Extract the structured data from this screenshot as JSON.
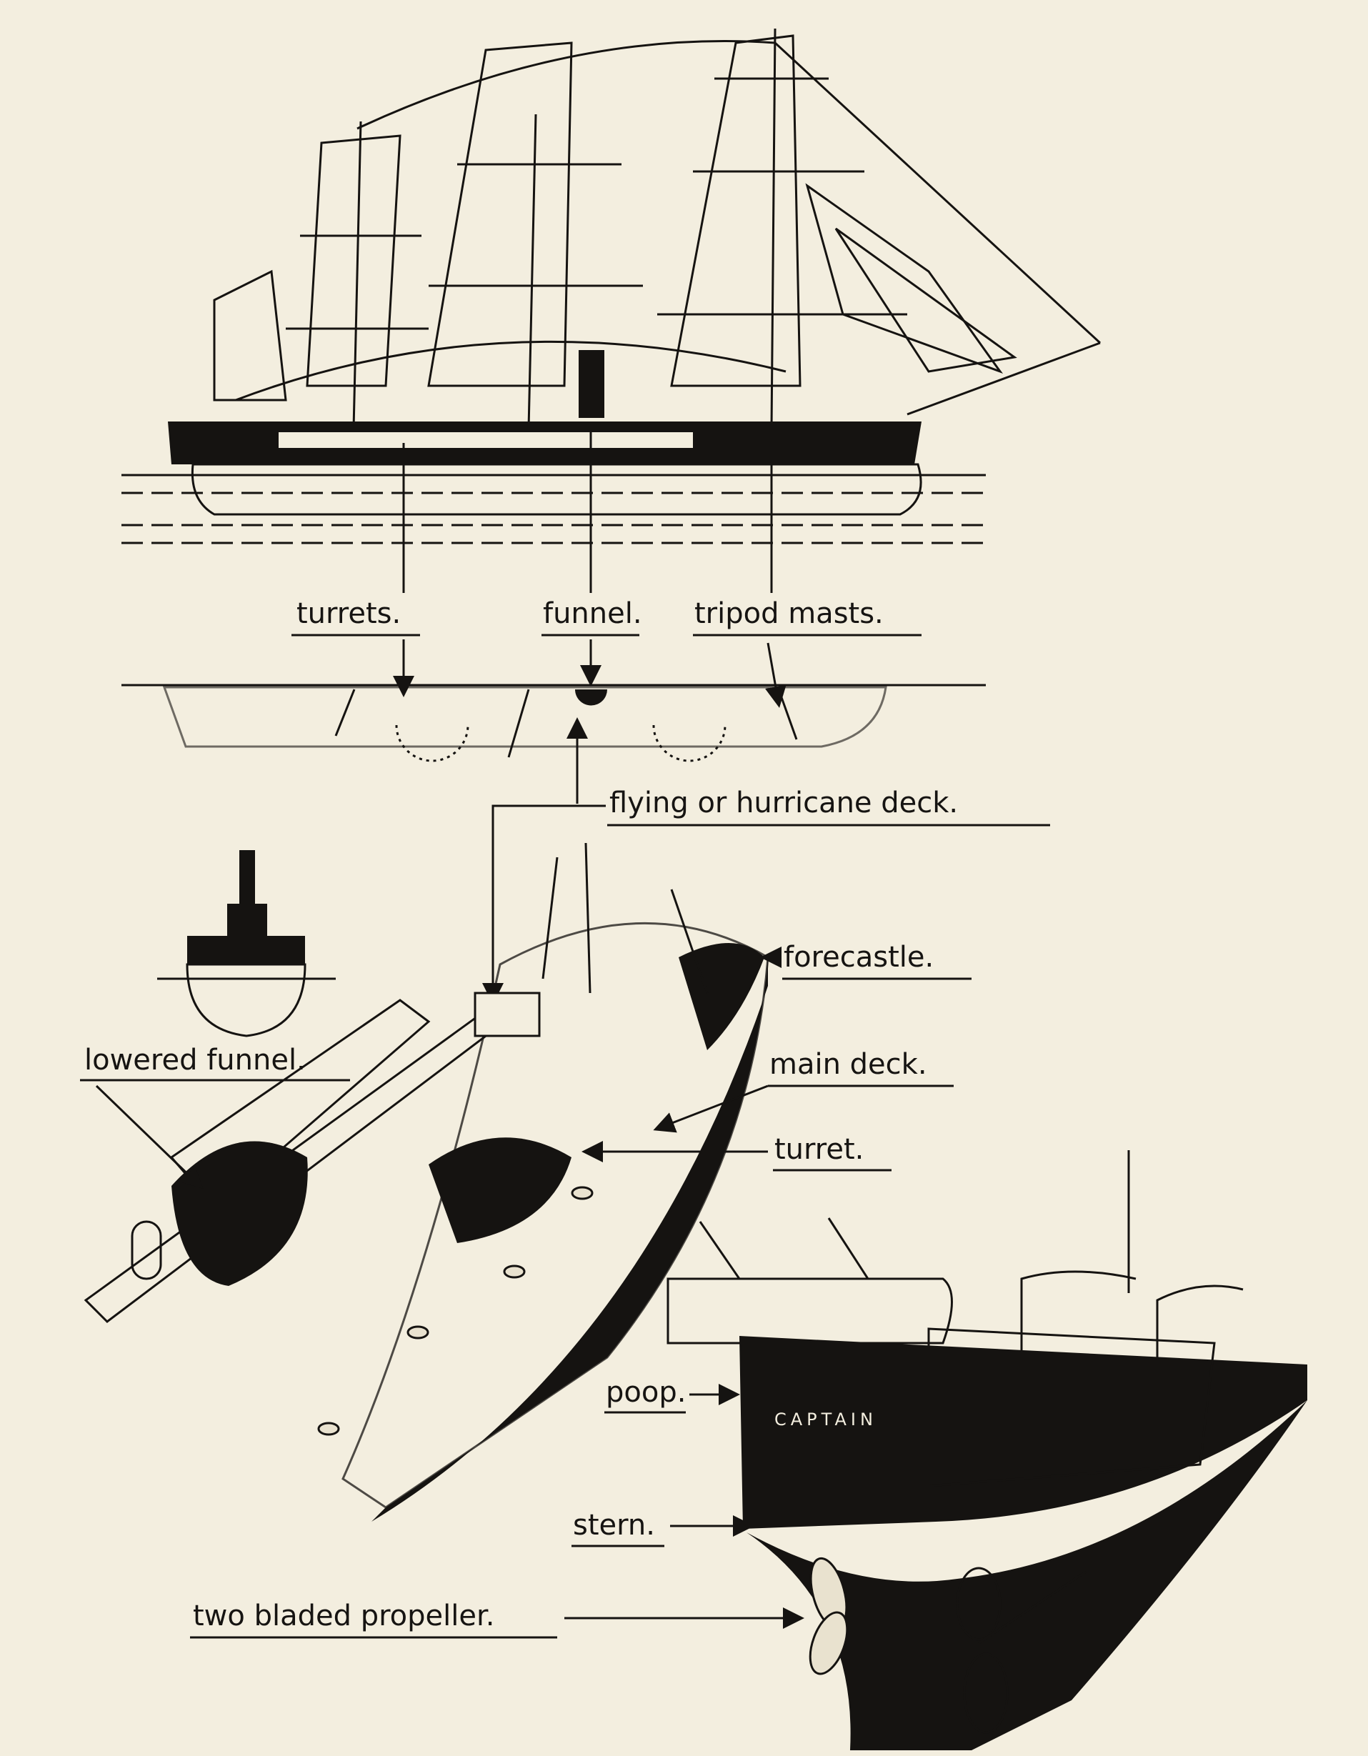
{
  "title": "HMS Captain labelled diagram",
  "labels": {
    "turrets": "turrets.",
    "funnel": "funnel.",
    "tripod_masts": "tripod masts.",
    "hurricane_deck": "flying or hurricane deck.",
    "forecastle": "forecastle.",
    "lowered_funnel": "lowered funnel.",
    "main_deck": "main deck.",
    "turret": "turret.",
    "poop": "poop.",
    "stern": "stern.",
    "propeller": "two bladed propeller."
  },
  "ship_name": "CAPTAIN",
  "colors": {
    "ink": "#151311",
    "paper": "#f3eedf"
  }
}
